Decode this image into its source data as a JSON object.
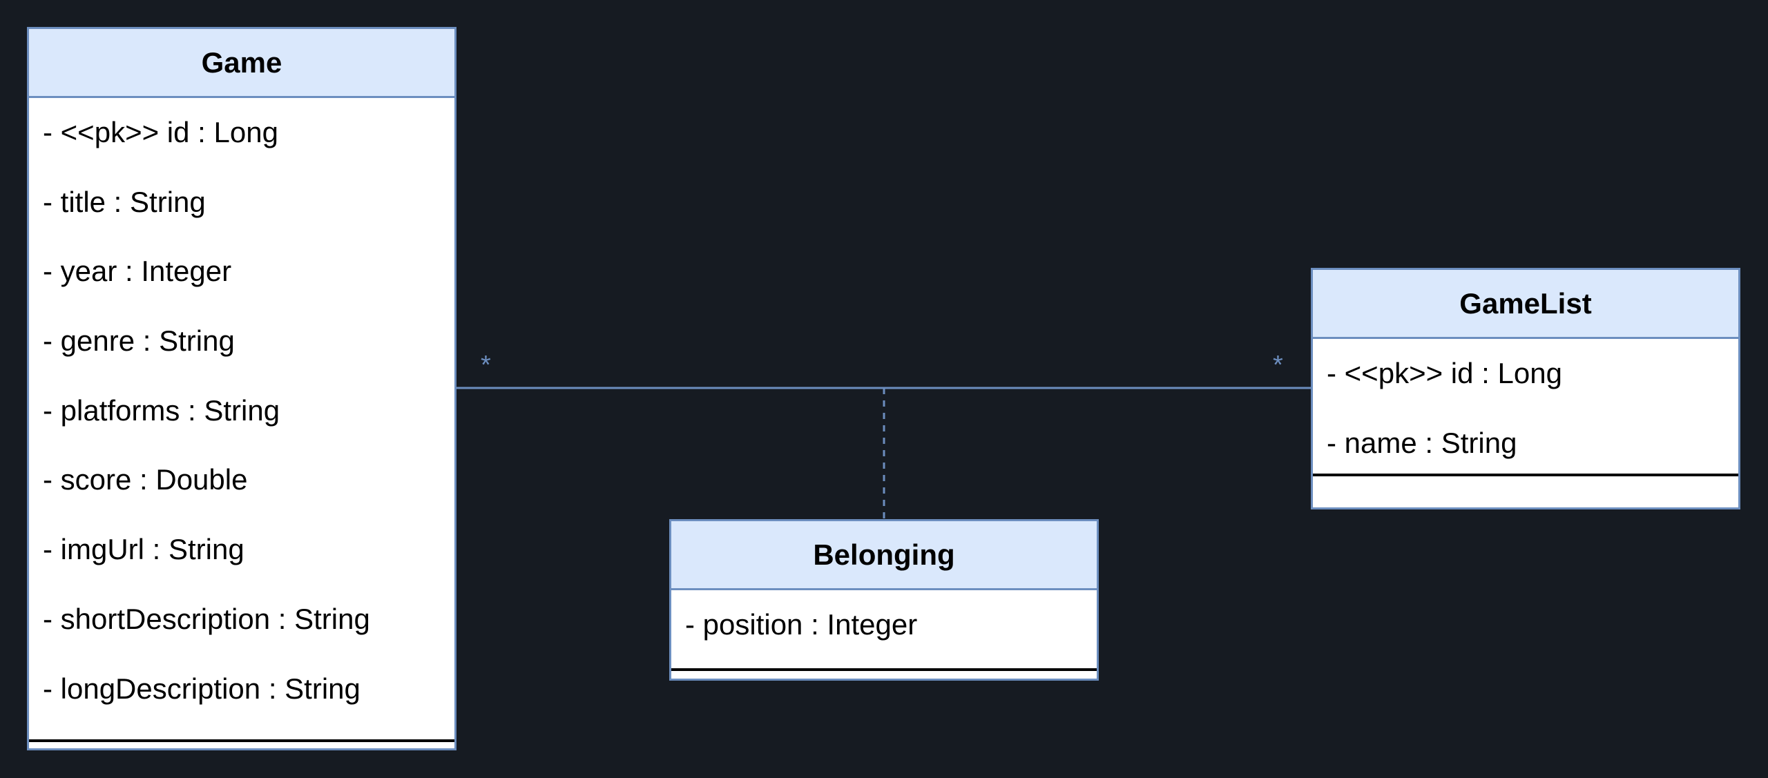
{
  "classes": {
    "game": {
      "name": "Game",
      "attributes": [
        "- <<pk>> id : Long",
        "- title : String",
        "- year : Integer",
        "- genre : String",
        "- platforms : String",
        "- score : Double",
        "- imgUrl : String",
        "- shortDescription : String",
        "- longDescription : String"
      ]
    },
    "gamelist": {
      "name": "GameList",
      "attributes": [
        "- <<pk>> id : Long",
        "- name : String"
      ]
    },
    "belonging": {
      "name": "Belonging",
      "attributes": [
        "- position : Integer"
      ]
    }
  },
  "association": {
    "source_multiplicity": "*",
    "target_multiplicity": "*"
  },
  "colors": {
    "background": "#161b22",
    "header_fill": "#dae8fc",
    "border": "#6c8ebf",
    "line": "#6c8ebf"
  }
}
